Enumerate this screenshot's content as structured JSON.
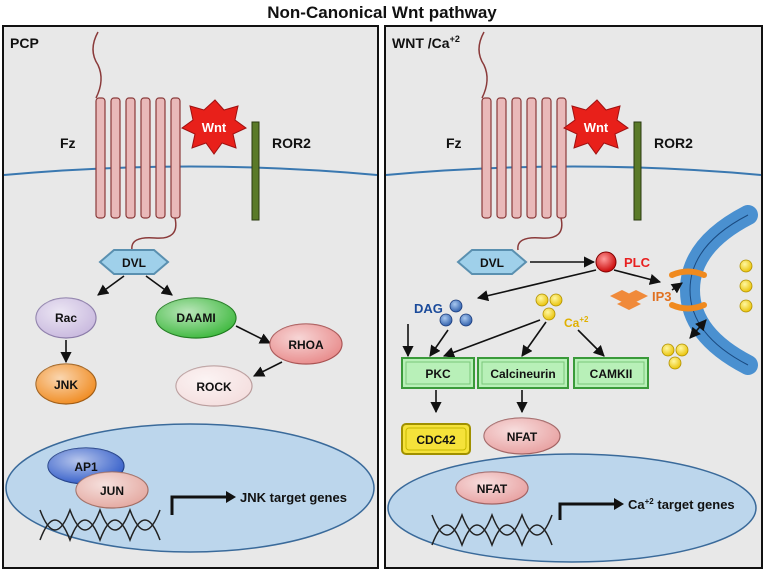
{
  "title": "Non-Canonical Wnt pathway",
  "left": {
    "panel_label": "PCP",
    "fz": "Fz",
    "wnt": "Wnt",
    "ror2": "ROR2",
    "dvl": "DVL",
    "rac": "Rac",
    "daam": "DAAMI",
    "jnk": "JNK",
    "rhoa": "RHOA",
    "rock": "ROCK",
    "ap1": "AP1",
    "jun": "JUN",
    "target": "JNK target genes"
  },
  "right": {
    "panel_label_base": "WNT /Ca",
    "panel_label_sup": "+2",
    "fz": "Fz",
    "wnt": "Wnt",
    "ror2": "ROR2",
    "dvl": "DVL",
    "plc": "PLC",
    "dag": "DAG",
    "ip3": "IP3",
    "ca_base": "Ca",
    "ca_sup": "+2",
    "pkc": "PKC",
    "calcineurin": "Calcineurin",
    "camkii": "CAMKII",
    "cdc42": "CDC42",
    "nfat_cyto": "NFAT",
    "nfat_nuc": "NFAT",
    "target_base": "Ca",
    "target_sup": "+2",
    "target_rest": " target genes"
  },
  "colors": {
    "panel_bg": "#e8e8e8",
    "membrane": "#3a78b0",
    "receptor": "#e9b9b9",
    "receptor_stroke": "#8a3a3a",
    "wnt": "#e8201a",
    "ror2": "#5a7a28",
    "dvl": "#9fd0ea",
    "rac": "#c8b8de",
    "daam": "#3cb83c",
    "jnk": "#f08a1e",
    "rhoa": "#e88a8a",
    "rock": "#f4dede",
    "ap1": "#2f5ac8",
    "jun": "#e4a8a0",
    "nucleus": "#bcd6ec",
    "nfat": "#e8a0a0",
    "plc": "#e82020",
    "dag": "#3a70c0",
    "ca": "#f3d62a",
    "ip3": "#f08a3a",
    "box": "#b8f0b8",
    "box_stroke": "#3a9a3a",
    "cdc42": "#f5e23a",
    "er": "#4a90d0"
  }
}
